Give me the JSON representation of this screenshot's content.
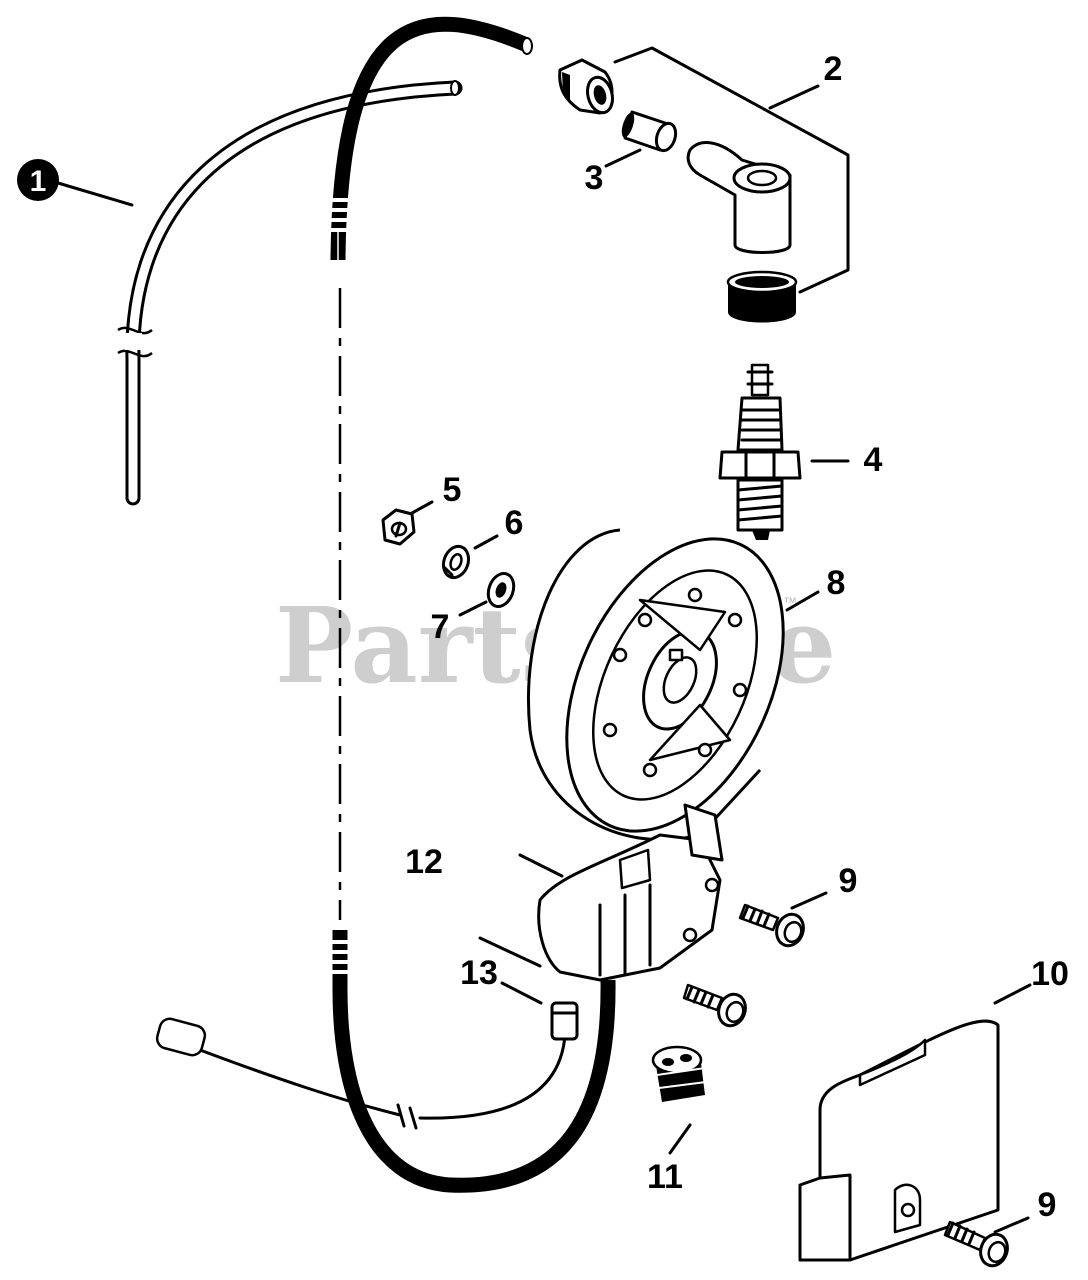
{
  "watermark": {
    "text": "PartsTree",
    "trademark": "™"
  },
  "callouts": [
    {
      "key": "1",
      "label": "1"
    },
    {
      "key": "2",
      "label": "2"
    },
    {
      "key": "3",
      "label": "3"
    },
    {
      "key": "4",
      "label": "4"
    },
    {
      "key": "5",
      "label": "5"
    },
    {
      "key": "6",
      "label": "6"
    },
    {
      "key": "7",
      "label": "7"
    },
    {
      "key": "8",
      "label": "8"
    },
    {
      "key": "9a",
      "label": "9"
    },
    {
      "key": "9b",
      "label": "9"
    },
    {
      "key": "10",
      "label": "10"
    },
    {
      "key": "11",
      "label": "11"
    },
    {
      "key": "12",
      "label": "12"
    },
    {
      "key": "13",
      "label": "13"
    }
  ],
  "parts": [
    {
      "id": "1",
      "icon": "fuel-tube-icon"
    },
    {
      "id": "2",
      "icon": "spark-plug-boot-icon"
    },
    {
      "id": "3",
      "icon": "terminal-connector-icon"
    },
    {
      "id": "4",
      "icon": "spark-plug-icon"
    },
    {
      "id": "5",
      "icon": "hex-nut-icon"
    },
    {
      "id": "6",
      "icon": "lock-washer-icon"
    },
    {
      "id": "7",
      "icon": "flat-washer-icon"
    },
    {
      "id": "8",
      "icon": "flywheel-icon"
    },
    {
      "id": "9",
      "icon": "screw-icon"
    },
    {
      "id": "10",
      "icon": "cover-plate-icon"
    },
    {
      "id": "11",
      "icon": "grommet-icon"
    },
    {
      "id": "12",
      "icon": "ignition-module-icon"
    },
    {
      "id": "13",
      "icon": "wire-connector-icon"
    }
  ],
  "colors": {
    "line": "#000000",
    "fill": "#ffffff",
    "watermark": "#b9b9b9"
  }
}
